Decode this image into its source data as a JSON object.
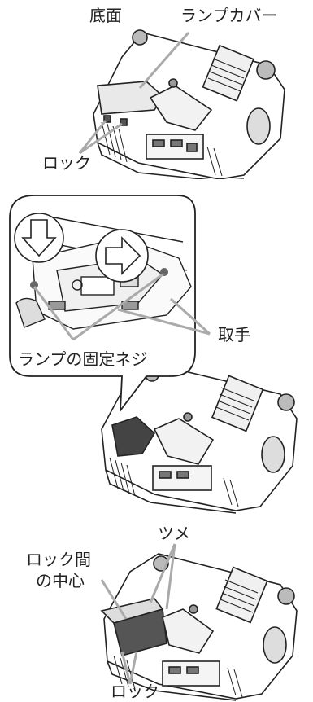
{
  "panel1": {
    "label_bottom": "底面",
    "label_lamp_cover": "ランプカバー",
    "label_lock": "ロック"
  },
  "panel2": {
    "label_handle": "取手",
    "label_lamp_screws": "ランプの固定ネジ"
  },
  "panel3": {
    "label_tabs": "ツメ",
    "label_lock_center_line1": "ロック間",
    "label_lock_center_line2": "の中心",
    "label_lock": "ロック"
  }
}
